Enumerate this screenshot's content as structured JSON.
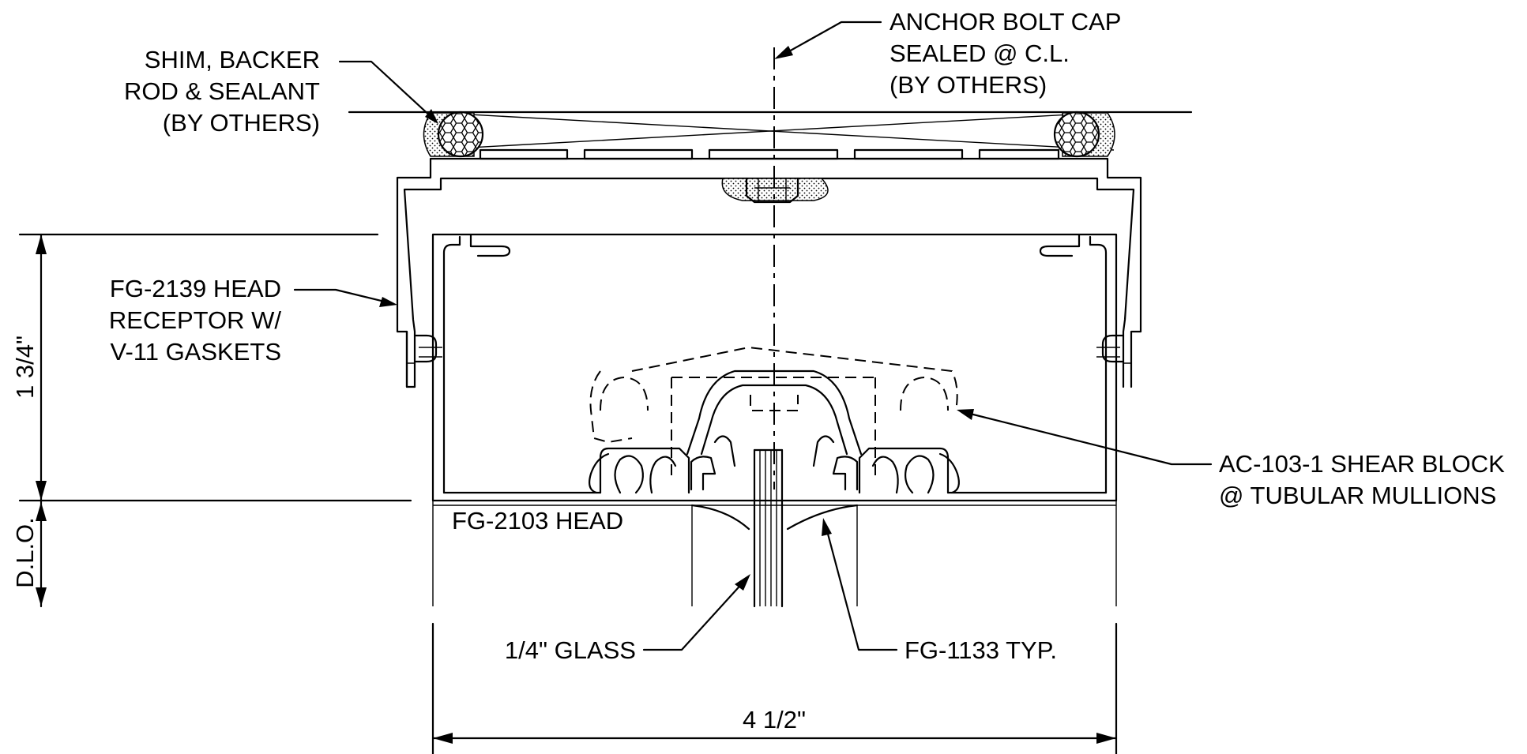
{
  "labels": {
    "anchor_bolt": [
      "ANCHOR BOLT CAP",
      "SEALED @ C.L.",
      "(BY OTHERS)"
    ],
    "shim": [
      "SHIM, BACKER",
      "ROD & SEALANT",
      "(BY OTHERS)"
    ],
    "head_receptor": [
      "FG-2139 HEAD",
      "RECEPTOR W/",
      "V-11 GASKETS"
    ],
    "shear_block": [
      "AC-103-1 SHEAR BLOCK",
      "@ TUBULAR MULLIONS"
    ],
    "head": "FG-2103 HEAD",
    "glass": "1/4\" GLASS",
    "gasket": "FG-1133 TYP."
  },
  "dimensions": {
    "height": "1 3/4\"",
    "dlo": "D.L.O.",
    "width": "4 1/2\""
  }
}
